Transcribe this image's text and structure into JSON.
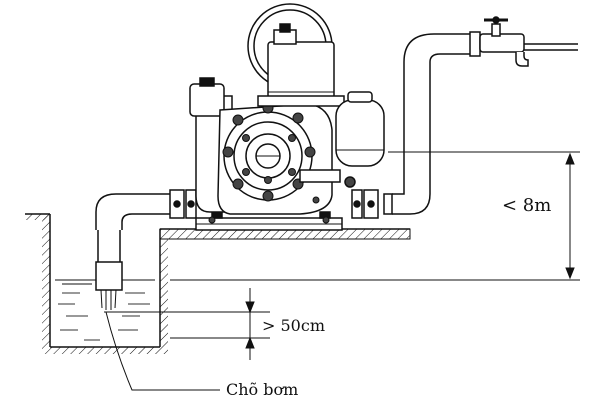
{
  "diagram": {
    "labels": {
      "max_suction_height": "< 8m",
      "min_immersion_depth": "> 50cm",
      "suction_inlet": "Chõ bơm"
    },
    "colors": {
      "line": "#111111",
      "background": "#ffffff",
      "water_dash": "#333333"
    }
  }
}
